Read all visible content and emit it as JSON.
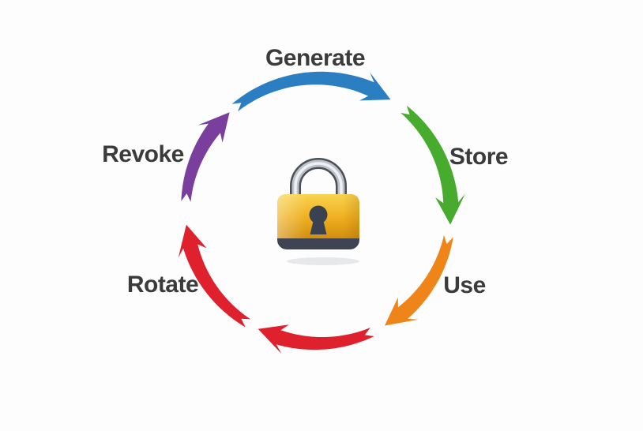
{
  "diagram": {
    "name": "key-lifecycle-cycle",
    "background_color": "#fdfdfe",
    "label_color": "#3b3b3c",
    "center_icon": "padlock",
    "stages": [
      {
        "label": "Generate",
        "color": "#2c7ec2"
      },
      {
        "label": "Store",
        "color": "#47ac2e"
      },
      {
        "label": "Use",
        "color": "#ef8419"
      },
      {
        "label": "Rotate",
        "color": "#df212e"
      },
      {
        "label": "Revoke",
        "color": "#7a3f9c"
      }
    ],
    "lock_colors": {
      "body": "#eeae1f",
      "body_light": "#f9d44e",
      "body_dark": "#d18f10",
      "shackle": "#bdc1c9",
      "shackle_edge": "#4b4f59",
      "shackle_highlight": "#eef0f3",
      "keyhole": "#3a4150",
      "base": "#3e4451"
    }
  }
}
